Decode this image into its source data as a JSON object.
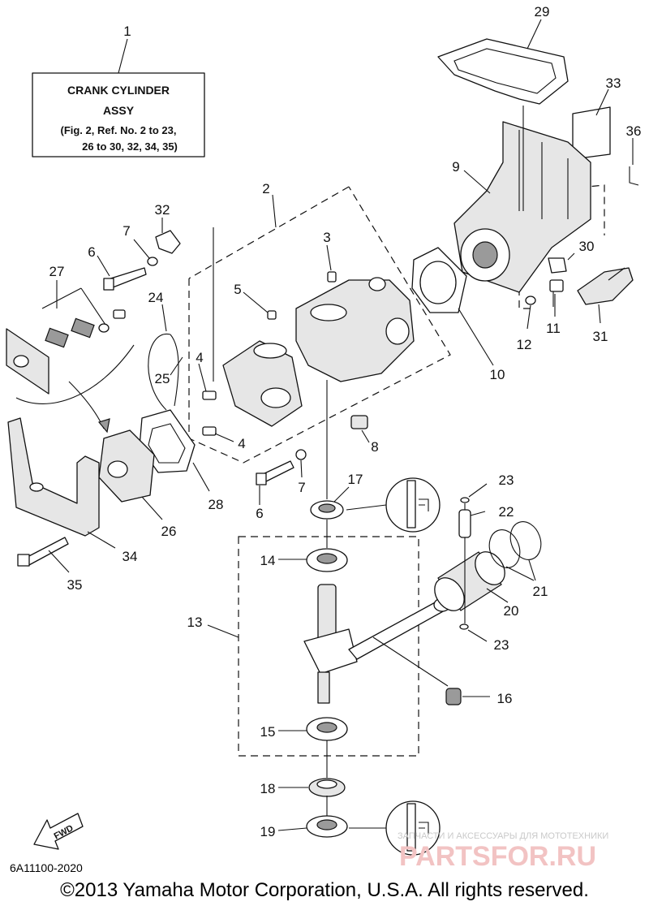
{
  "assy_box": {
    "line1": "CRANK  CYLINDER",
    "line2": "ASSY",
    "line3": "(Fig. 2, Ref. No. 2 to 23,",
    "line4": "26 to 30, 32, 34, 35)"
  },
  "callouts": {
    "c1": "1",
    "c2": "2",
    "c3": "3",
    "c4a": "4",
    "c4b": "4",
    "c5": "5",
    "c6a": "6",
    "c6b": "6",
    "c7a": "7",
    "c7b": "7",
    "c8": "8",
    "c9": "9",
    "c10": "10",
    "c11": "11",
    "c12": "12",
    "c13": "13",
    "c14": "14",
    "c15": "15",
    "c16": "16",
    "c17": "17",
    "c18": "18",
    "c19": "19",
    "c20": "20",
    "c21": "21",
    "c22": "22",
    "c23a": "23",
    "c23b": "23",
    "c24": "24",
    "c25": "25",
    "c26": "26",
    "c27": "27",
    "c28": "28",
    "c29": "29",
    "c30": "30",
    "c31": "31",
    "c32": "32",
    "c33": "33",
    "c34": "34",
    "c35": "35",
    "c36": "36"
  },
  "fwd_label": "FWD",
  "diagram_code": "6A11100-2020",
  "copyright": "©2013 Yamaha Motor Corporation, U.S.A. All rights reserved.",
  "watermark": {
    "line1": "ЗАПЧАСТИ И АКСЕССУАРЫ ДЛЯ МОТОТЕХНИКИ",
    "line2": "PARTSFOR.RU"
  }
}
